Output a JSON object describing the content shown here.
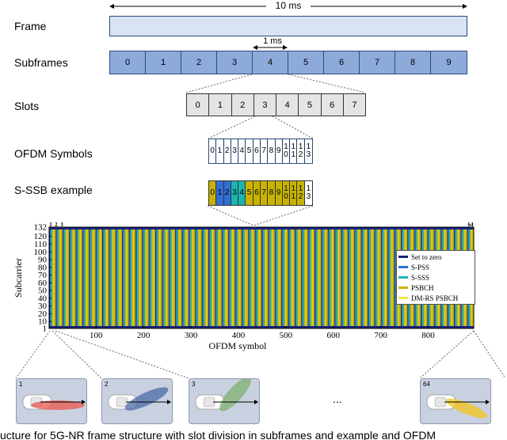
{
  "rows": {
    "frame": "Frame",
    "subframes": "Subframes",
    "slots": "Slots",
    "ofdm": "OFDM Symbols",
    "ssb": "S-SSB example"
  },
  "frame_duration": "10 ms",
  "subframe_duration": "1 ms",
  "subframes": [
    "0",
    "1",
    "2",
    "3",
    "4",
    "5",
    "6",
    "7",
    "8",
    "9"
  ],
  "slots": [
    "0",
    "1",
    "2",
    "3",
    "4",
    "5",
    "6",
    "7"
  ],
  "symbols": [
    "0",
    "1",
    "2",
    "3",
    "4",
    "5",
    "6",
    "7",
    "8",
    "9",
    "10",
    "11",
    "12",
    "13"
  ],
  "ssb_colors": [
    "#c8b400",
    "#2f6fd6",
    "#2f6fd6",
    "#19b6b0",
    "#19b6b0",
    "#c8b400",
    "#c8b400",
    "#c8b400",
    "#c8b400",
    "#c8b400",
    "#c8b400",
    "#c8b400",
    "#c8b400",
    "#ffffff"
  ],
  "chart_data": {
    "type": "heatmap",
    "xlabel": "OFDM symbol",
    "ylabel": "Subcarrier",
    "x_ticks": [
      "100",
      "200",
      "300",
      "400",
      "500",
      "600",
      "700",
      "800"
    ],
    "y_ticks": [
      "1",
      "10",
      "20",
      "30",
      "40",
      "50",
      "60",
      "70",
      "80",
      "90",
      "100",
      "110",
      "120",
      "132"
    ],
    "xlim": [
      1,
      896
    ],
    "ylim": [
      1,
      132
    ],
    "top_labels": [
      "1",
      "2",
      "3",
      "64"
    ],
    "legend_placement": "right",
    "legend": [
      {
        "label": "Set to zero",
        "color": "#1a237e"
      },
      {
        "label": "S-PSS",
        "color": "#2f6fd6"
      },
      {
        "label": "S-SSS",
        "color": "#19b6b0"
      },
      {
        "label": "PSBCH",
        "color": "#c8b400"
      },
      {
        "label": "DM-RS PSBCH",
        "color": "#f5e14a"
      }
    ]
  },
  "beams": [
    {
      "label": "1",
      "color": "#e8574f"
    },
    {
      "label": "2",
      "color": "#4b6aa8"
    },
    {
      "label": "3",
      "color": "#7fb070"
    },
    {
      "label": "64",
      "color": "#f0c419"
    }
  ],
  "ellipsis": "...",
  "caption": "ucture for 5G-NR frame structure with slot division in subframes and example and OFDM"
}
